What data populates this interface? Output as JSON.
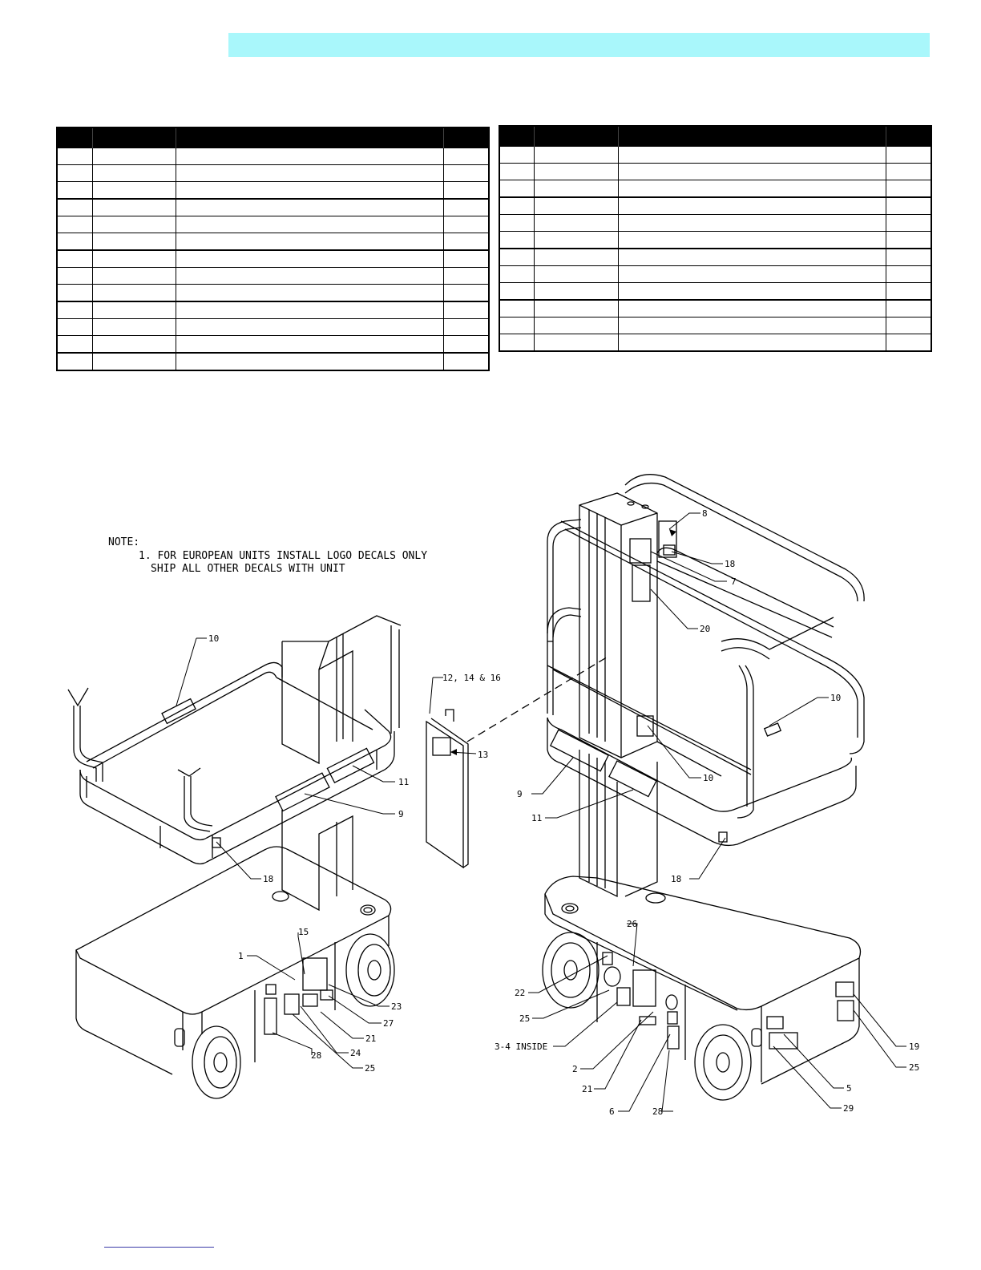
{
  "header": {
    "bar_color": "#a9f7fb"
  },
  "note": {
    "heading": "NOTE:",
    "line1": "1. FOR EUROPEAN UNITS INSTALL LOGO DECALS ONLY",
    "line2": "SHIP ALL OTHER DECALS WITH UNIT"
  },
  "callouts": {
    "left": [
      "10",
      "12, 14 & 16",
      "13",
      "11",
      "9",
      "18",
      "15",
      "1",
      "23",
      "27",
      "21",
      "24",
      "25",
      "28"
    ],
    "right": [
      "8",
      "18",
      "7",
      "20",
      "10",
      "10",
      "9",
      "11",
      "18",
      "26",
      "22",
      "25",
      "3-4 INSIDE",
      "2",
      "21",
      "6",
      "28",
      "19",
      "25",
      "5",
      "29"
    ]
  },
  "tables": {
    "left_row_count": 13,
    "right_row_count": 12
  }
}
